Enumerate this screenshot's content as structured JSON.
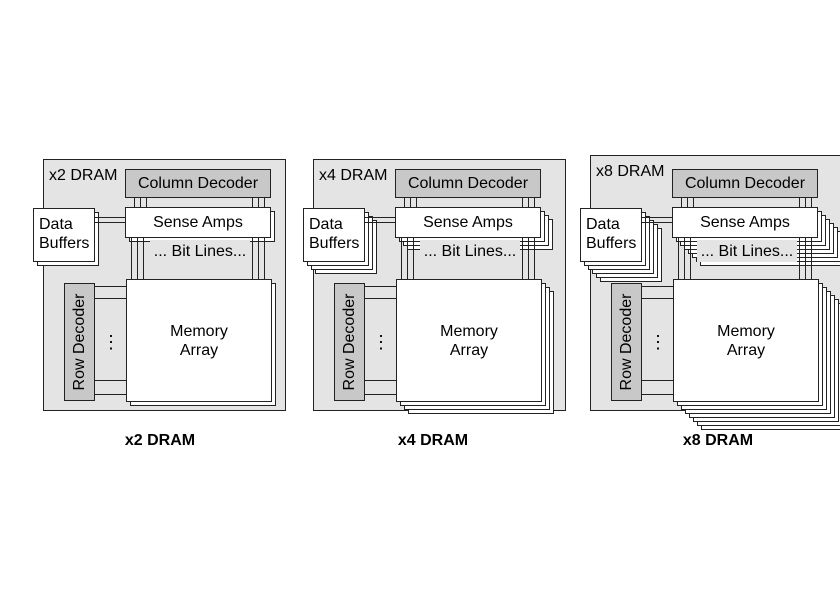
{
  "diagrams": [
    {
      "chip_label": "x2 DRAM",
      "caption": "x2 DRAM",
      "copies": 2,
      "column_decoder": "Column Decoder",
      "sense_amps": "Sense Amps",
      "bit_lines": "... Bit Lines...",
      "data_buffers": "Data\nBuffers",
      "row_decoder": "Row Decoder",
      "memory_array": "Memory\nArray",
      "row_dots": "⋮"
    },
    {
      "chip_label": "x4 DRAM",
      "caption": "x4 DRAM",
      "copies": 4,
      "column_decoder": "Column Decoder",
      "sense_amps": "Sense Amps",
      "bit_lines": "... Bit Lines...",
      "data_buffers": "Data\nBuffers",
      "row_decoder": "Row Decoder",
      "memory_array": "Memory\nArray",
      "row_dots": "⋮"
    },
    {
      "chip_label": "x8 DRAM",
      "caption": "x8 DRAM",
      "copies": 8,
      "column_decoder": "Column Decoder",
      "sense_amps": "Sense Amps",
      "bit_lines": "... Bit Lines...",
      "data_buffers": "Data\nBuffers",
      "row_decoder": "Row Decoder",
      "memory_array": "Memory\nArray",
      "row_dots": "⋮"
    }
  ]
}
